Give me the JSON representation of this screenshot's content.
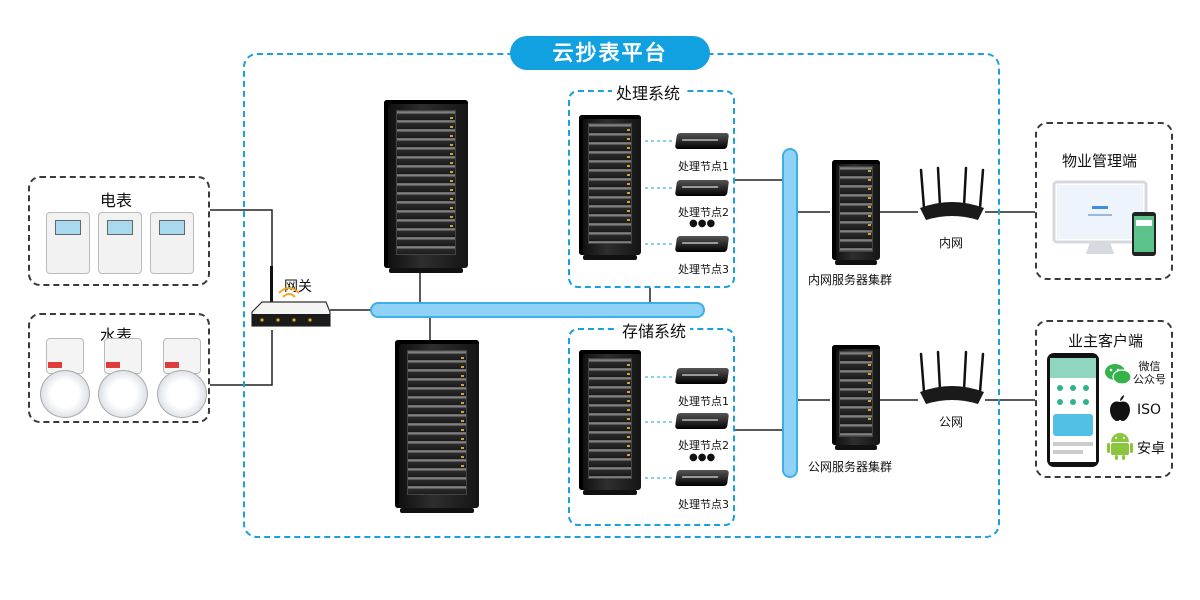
{
  "platform": {
    "title": "云抄表平台"
  },
  "meters": {
    "electric": {
      "label": "电表"
    },
    "water": {
      "label": "水表"
    }
  },
  "gateway": {
    "label": "网关"
  },
  "processing": {
    "title": "处理系统",
    "nodes": [
      "处理节点1",
      "处理节点2",
      "处理节点3"
    ],
    "ellipsis": "●●●"
  },
  "storage": {
    "title": "存储系统",
    "nodes": [
      "处理节点1",
      "处理节点2",
      "处理节点3"
    ],
    "ellipsis": "●●●"
  },
  "clusters": {
    "intranet": {
      "label": "内网服务器集群",
      "router_label": "内网"
    },
    "public": {
      "label": "公网服务器集群",
      "router_label": "公网"
    }
  },
  "property": {
    "title": "物业管理端"
  },
  "owner": {
    "title": "业主客户端",
    "apps": [
      {
        "label": "微信\n公众号",
        "icon": "wechat-icon"
      },
      {
        "label": "ISO",
        "icon": "apple-icon"
      },
      {
        "label": "安卓",
        "icon": "android-icon"
      }
    ]
  },
  "colors": {
    "accent": "#12a1e0",
    "pipe": "#8ed3f5"
  }
}
